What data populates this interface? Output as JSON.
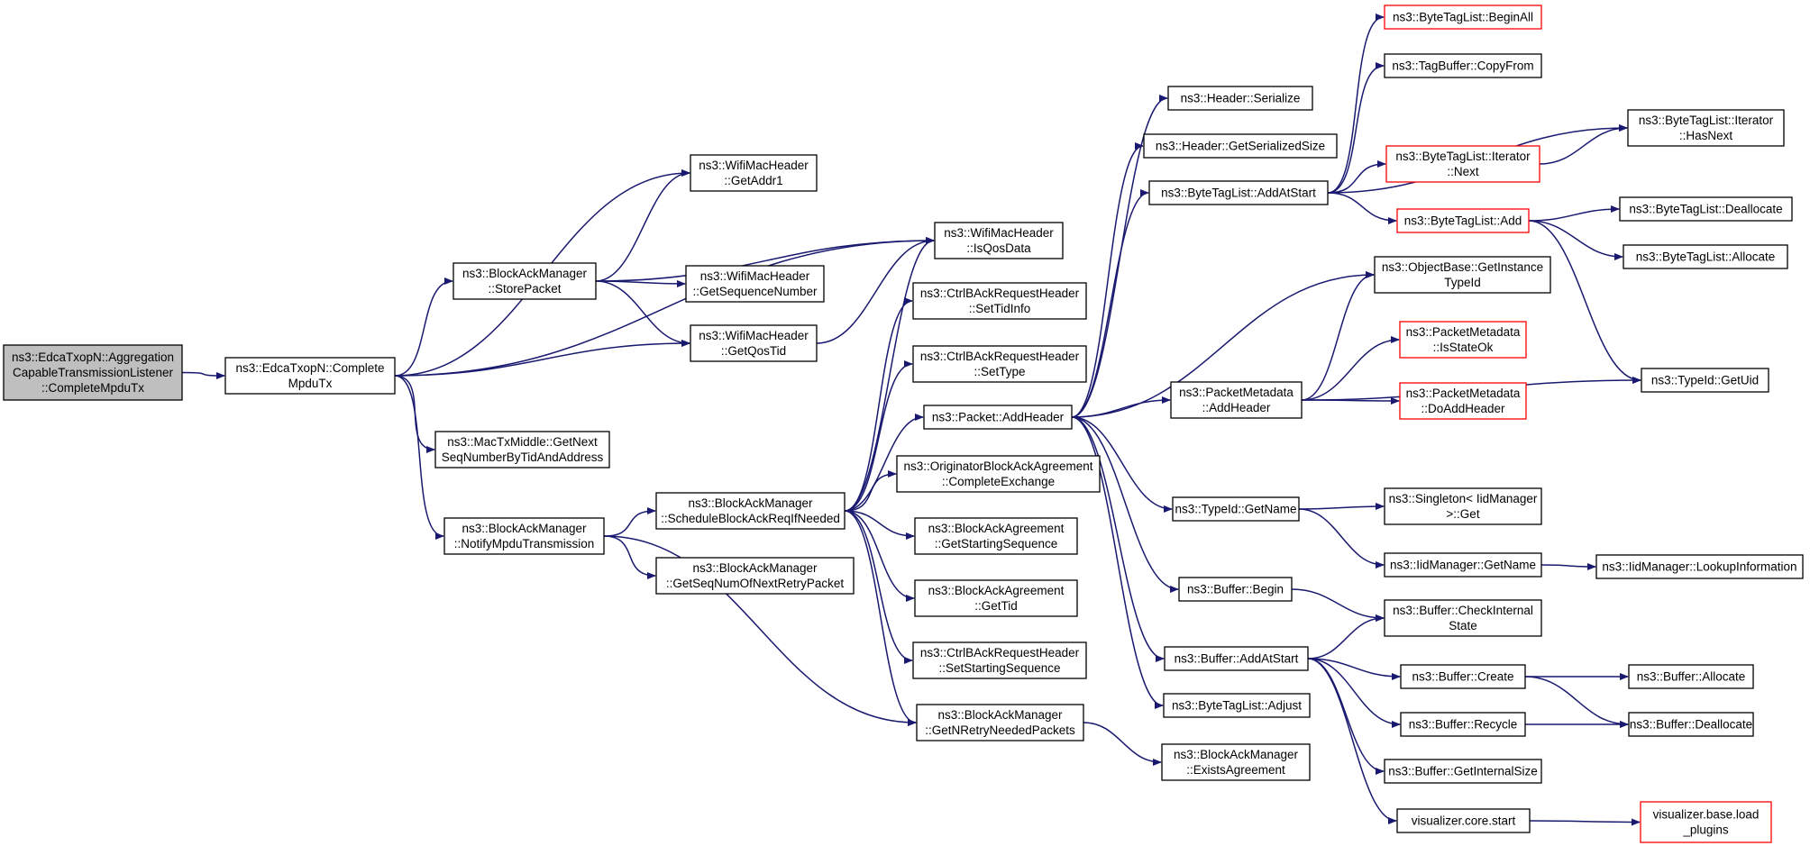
{
  "colors": {
    "edge": "#191970",
    "root_fill": "#bfbfbf",
    "node_border": "#000000",
    "truncated_border": "#ff0000",
    "background": "#ffffff"
  },
  "nodes": [
    {
      "id": "root",
      "lines": [
        "ns3::EdcaTxopN::Aggregation",
        "CapableTransmissionListener",
        "::CompleteMpduTx"
      ],
      "root": true
    },
    {
      "id": "n1",
      "lines": [
        "ns3::EdcaTxopN::Complete",
        "MpduTx"
      ]
    },
    {
      "id": "n2",
      "lines": [
        "ns3::BlockAckManager",
        "::StorePacket"
      ]
    },
    {
      "id": "n3",
      "lines": [
        "ns3::MacTxMiddle::GetNext",
        "SeqNumberByTidAndAddress"
      ]
    },
    {
      "id": "n4",
      "lines": [
        "ns3::BlockAckManager",
        "::NotifyMpduTransmission"
      ]
    },
    {
      "id": "n5",
      "lines": [
        "ns3::WifiMacHeader",
        "::GetAddr1"
      ]
    },
    {
      "id": "n6",
      "lines": [
        "ns3::WifiMacHeader",
        "::GetSequenceNumber"
      ]
    },
    {
      "id": "n7",
      "lines": [
        "ns3::WifiMacHeader",
        "::GetQosTid"
      ]
    },
    {
      "id": "n8",
      "lines": [
        "ns3::BlockAckManager",
        "::ScheduleBlockAckReqIfNeeded"
      ]
    },
    {
      "id": "n9",
      "lines": [
        "ns3::BlockAckManager",
        "::GetSeqNumOfNextRetryPacket"
      ]
    },
    {
      "id": "n10",
      "lines": [
        "ns3::WifiMacHeader",
        "::IsQosData"
      ]
    },
    {
      "id": "n11",
      "lines": [
        "ns3::CtrlBAckRequestHeader",
        "::SetTidInfo"
      ]
    },
    {
      "id": "n12",
      "lines": [
        "ns3::CtrlBAckRequestHeader",
        "::SetType"
      ]
    },
    {
      "id": "n13",
      "lines": [
        "ns3::Packet::AddHeader"
      ]
    },
    {
      "id": "n14",
      "lines": [
        "ns3::OriginatorBlockAckAgreement",
        "::CompleteExchange"
      ]
    },
    {
      "id": "n15",
      "lines": [
        "ns3::BlockAckAgreement",
        "::GetStartingSequence"
      ]
    },
    {
      "id": "n16",
      "lines": [
        "ns3::BlockAckAgreement",
        "::GetTid"
      ]
    },
    {
      "id": "n17",
      "lines": [
        "ns3::CtrlBAckRequestHeader",
        "::SetStartingSequence"
      ]
    },
    {
      "id": "n18",
      "lines": [
        "ns3::BlockAckManager",
        "::GetNRetryNeededPackets"
      ]
    },
    {
      "id": "n19",
      "lines": [
        "ns3::Header::Serialize"
      ]
    },
    {
      "id": "n20",
      "lines": [
        "ns3::Header::GetSerializedSize"
      ]
    },
    {
      "id": "n21",
      "lines": [
        "ns3::ByteTagList::AddAtStart"
      ]
    },
    {
      "id": "n22",
      "lines": [
        "ns3::PacketMetadata",
        "::AddHeader"
      ]
    },
    {
      "id": "n23",
      "lines": [
        "ns3::TypeId::GetName"
      ]
    },
    {
      "id": "n24",
      "lines": [
        "ns3::Buffer::Begin"
      ]
    },
    {
      "id": "n25",
      "lines": [
        "ns3::Buffer::AddAtStart"
      ]
    },
    {
      "id": "n26",
      "lines": [
        "ns3::ByteTagList::Adjust"
      ]
    },
    {
      "id": "n27",
      "lines": [
        "ns3::BlockAckManager",
        "::ExistsAgreement"
      ]
    },
    {
      "id": "n28",
      "lines": [
        "ns3::ByteTagList::BeginAll"
      ],
      "truncated": true
    },
    {
      "id": "n29",
      "lines": [
        "ns3::TagBuffer::CopyFrom"
      ]
    },
    {
      "id": "n30",
      "lines": [
        "ns3::ByteTagList::Iterator",
        "::Next"
      ],
      "truncated": true
    },
    {
      "id": "n31",
      "lines": [
        "ns3::ByteTagList::Add"
      ],
      "truncated": true
    },
    {
      "id": "n32",
      "lines": [
        "ns3::ObjectBase::GetInstance",
        "TypeId"
      ]
    },
    {
      "id": "n33",
      "lines": [
        "ns3::PacketMetadata",
        "::IsStateOk"
      ],
      "truncated": true
    },
    {
      "id": "n34",
      "lines": [
        "ns3::PacketMetadata",
        "::DoAddHeader"
      ],
      "truncated": true
    },
    {
      "id": "n35",
      "lines": [
        "ns3::Singleton< IidManager",
        ">::Get"
      ]
    },
    {
      "id": "n36",
      "lines": [
        "ns3::IidManager::GetName"
      ]
    },
    {
      "id": "n37",
      "lines": [
        "ns3::Buffer::CheckInternal",
        "State"
      ]
    },
    {
      "id": "n38",
      "lines": [
        "ns3::Buffer::Create"
      ]
    },
    {
      "id": "n39",
      "lines": [
        "ns3::Buffer::Recycle"
      ]
    },
    {
      "id": "n40",
      "lines": [
        "ns3::Buffer::GetInternalSize"
      ]
    },
    {
      "id": "n41",
      "lines": [
        "visualizer.core.start"
      ]
    },
    {
      "id": "n42",
      "lines": [
        "ns3::ByteTagList::Iterator",
        "::HasNext"
      ]
    },
    {
      "id": "n43",
      "lines": [
        "ns3::ByteTagList::Deallocate"
      ]
    },
    {
      "id": "n44",
      "lines": [
        "ns3::ByteTagList::Allocate"
      ]
    },
    {
      "id": "n45",
      "lines": [
        "ns3::TypeId::GetUid"
      ]
    },
    {
      "id": "n46",
      "lines": [
        "ns3::IidManager::LookupInformation"
      ]
    },
    {
      "id": "n47",
      "lines": [
        "ns3::Buffer::Allocate"
      ]
    },
    {
      "id": "n48",
      "lines": [
        "ns3::Buffer::Deallocate"
      ]
    },
    {
      "id": "n49",
      "lines": [
        "visualizer.base.load",
        "_plugins"
      ],
      "truncated": true
    }
  ],
  "edges": [
    [
      "root",
      "n1"
    ],
    [
      "n1",
      "n5"
    ],
    [
      "n1",
      "n2"
    ],
    [
      "n1",
      "n7"
    ],
    [
      "n1",
      "n10"
    ],
    [
      "n1",
      "n3"
    ],
    [
      "n1",
      "n4"
    ],
    [
      "n2",
      "n5"
    ],
    [
      "n2",
      "n10"
    ],
    [
      "n2",
      "n6"
    ],
    [
      "n2",
      "n7"
    ],
    [
      "n7",
      "n10"
    ],
    [
      "n4",
      "n8"
    ],
    [
      "n4",
      "n9"
    ],
    [
      "n4",
      "n18"
    ],
    [
      "n8",
      "n10"
    ],
    [
      "n8",
      "n11"
    ],
    [
      "n8",
      "n12"
    ],
    [
      "n8",
      "n13"
    ],
    [
      "n8",
      "n14"
    ],
    [
      "n8",
      "n15"
    ],
    [
      "n8",
      "n16"
    ],
    [
      "n8",
      "n17"
    ],
    [
      "n8",
      "n18"
    ],
    [
      "n13",
      "n19"
    ],
    [
      "n13",
      "n20"
    ],
    [
      "n13",
      "n21"
    ],
    [
      "n13",
      "n32"
    ],
    [
      "n13",
      "n22"
    ],
    [
      "n13",
      "n23"
    ],
    [
      "n13",
      "n24"
    ],
    [
      "n13",
      "n25"
    ],
    [
      "n13",
      "n26"
    ],
    [
      "n18",
      "n27"
    ],
    [
      "n21",
      "n28"
    ],
    [
      "n21",
      "n29"
    ],
    [
      "n21",
      "n42"
    ],
    [
      "n21",
      "n30"
    ],
    [
      "n21",
      "n31"
    ],
    [
      "n30",
      "n42"
    ],
    [
      "n31",
      "n43"
    ],
    [
      "n31",
      "n44"
    ],
    [
      "n31",
      "n45"
    ],
    [
      "n22",
      "n32"
    ],
    [
      "n22",
      "n33"
    ],
    [
      "n22",
      "n34"
    ],
    [
      "n22",
      "n45"
    ],
    [
      "n23",
      "n35"
    ],
    [
      "n23",
      "n36"
    ],
    [
      "n36",
      "n46"
    ],
    [
      "n24",
      "n37"
    ],
    [
      "n25",
      "n37"
    ],
    [
      "n25",
      "n38"
    ],
    [
      "n25",
      "n39"
    ],
    [
      "n25",
      "n40"
    ],
    [
      "n25",
      "n41"
    ],
    [
      "n38",
      "n47"
    ],
    [
      "n38",
      "n48"
    ],
    [
      "n39",
      "n48"
    ],
    [
      "n41",
      "n49"
    ]
  ]
}
